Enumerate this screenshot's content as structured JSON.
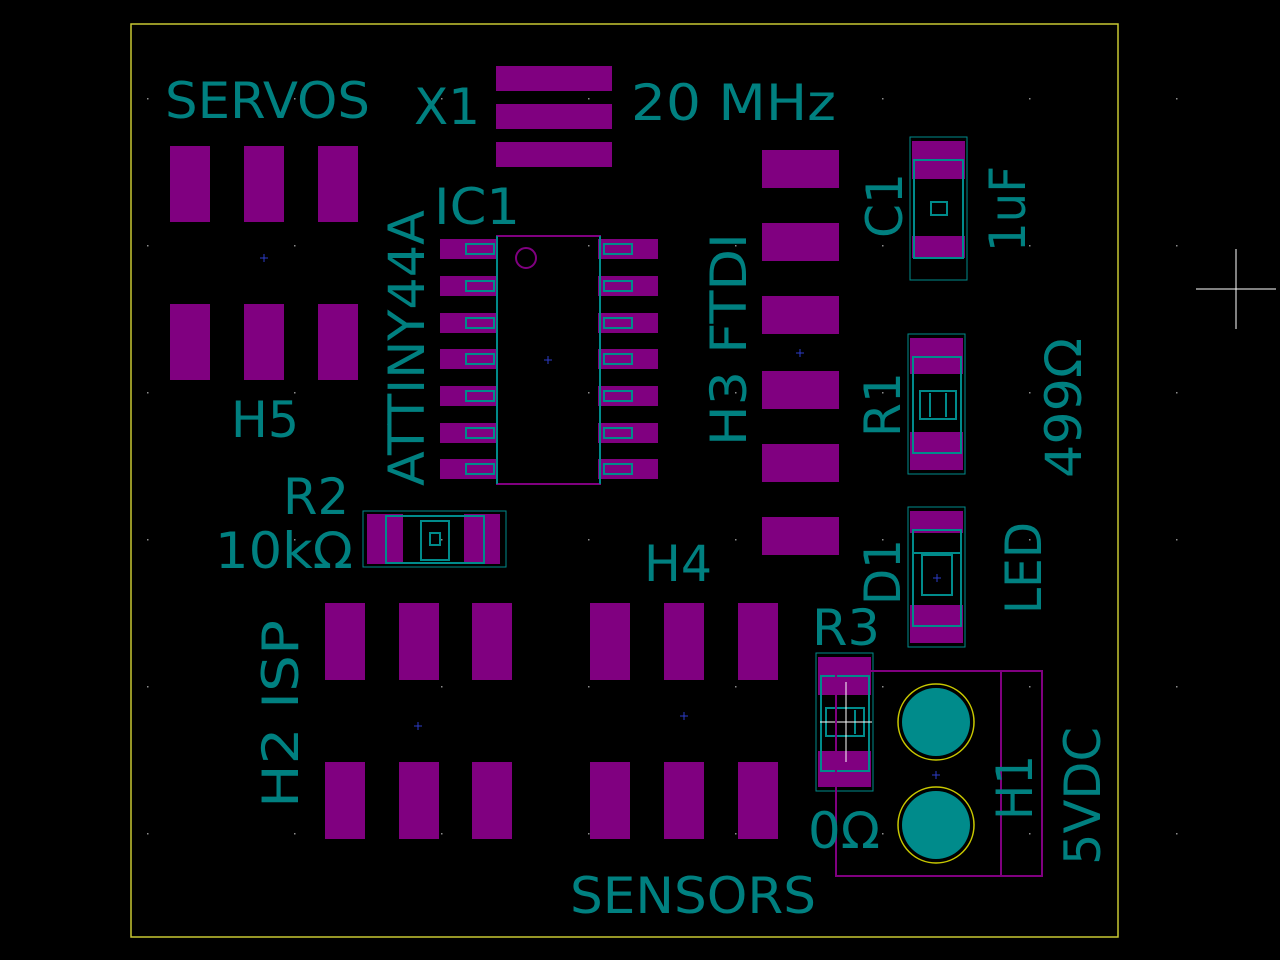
{
  "colors": {
    "background": "#000000",
    "edge_cuts": "#c8c832",
    "pad": "#800080",
    "silk": "#008080",
    "fab": "#008b8b",
    "through_hole": "#008b8b",
    "through_hole_ring": "#c8c800",
    "anchor": "#2d3cc8",
    "grid": "#8c8c8c",
    "cursor": "#ffffff"
  },
  "labels": {
    "servos": "SERVOS",
    "x1_ref": "X1",
    "x1_value": "20 MHz",
    "ic1_ref": "IC1",
    "ic1_value": "ATTINY44A",
    "h3_label": "H3 FTDI",
    "c1_ref": "C1",
    "c1_value": "1uF",
    "h5_ref": "H5",
    "r1_ref": "R1",
    "r1_value": "499Ω",
    "r2_ref": "R2",
    "r2_value": "10kΩ",
    "h4_ref": "H4",
    "d1_ref": "D1",
    "d1_value": "LED",
    "r3_ref": "R3",
    "r3_value": "0Ω",
    "h2_label": "H2 ISP",
    "h1_ref": "H1",
    "h1_value": "5VDC",
    "sensors": "SENSORS"
  }
}
